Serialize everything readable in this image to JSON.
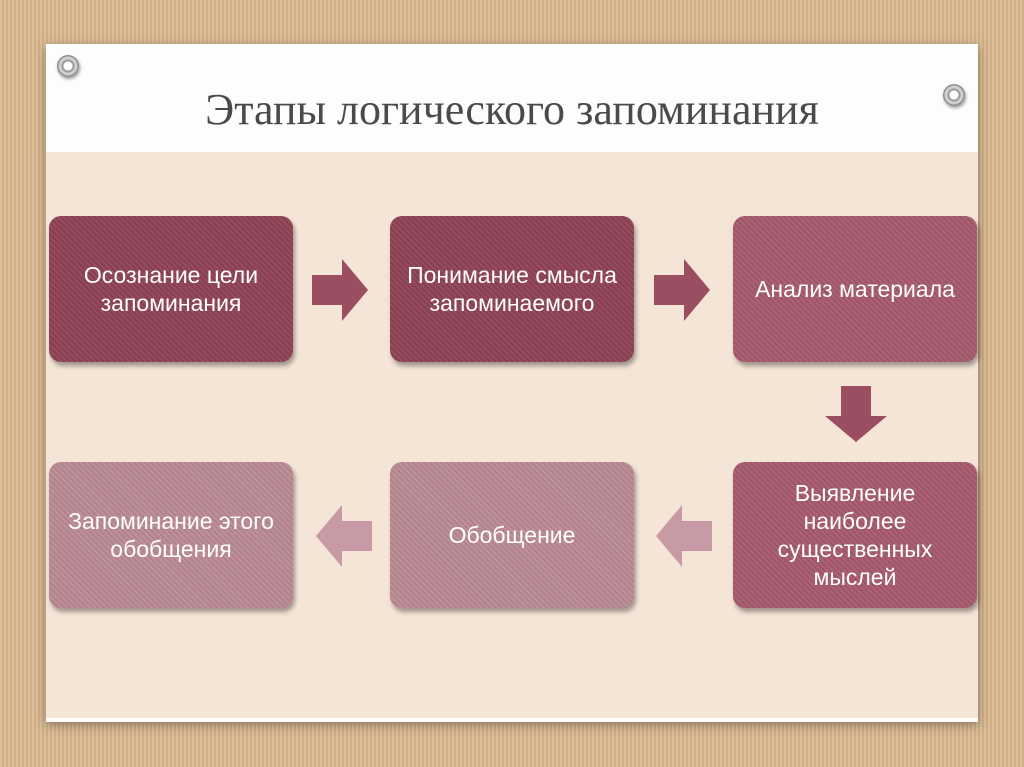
{
  "title": "Этапы логического запоминания",
  "steps": [
    {
      "label": "Осознание цели запоминания"
    },
    {
      "label": "Понимание смысла запоминаемого"
    },
    {
      "label": "Анализ материала"
    },
    {
      "label": "Выявление наиболее существенных мыслей"
    },
    {
      "label": "Обобщение"
    },
    {
      "label": "Запоминание этого обобщения"
    }
  ],
  "colors": {
    "step_dark": "#8e4255",
    "step_mid": "#a65a6d",
    "step_light": "#bb8a95",
    "arrow_dark": "#9b4e62",
    "arrow_light": "#c79aa5"
  }
}
